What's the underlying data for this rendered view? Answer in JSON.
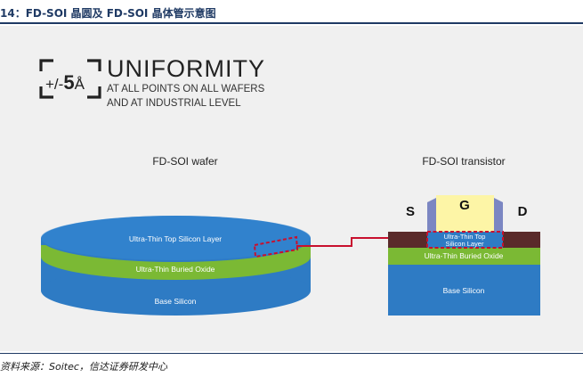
{
  "header": {
    "title": "14：FD-SOI 晶圆及 FD-SOI 晶体管示意图"
  },
  "uniformity": {
    "tolerance_prefix": "+/-",
    "tolerance_value": "5",
    "tolerance_unit": "Å",
    "headline": "UNIFORMITY",
    "line1": "AT ALL POINTS ON ALL WAFERS",
    "line2": "AND AT INDUSTRIAL LEVEL"
  },
  "wafer": {
    "title": "FD-SOI wafer",
    "top_layer": "Ultra-Thin Top Silicon Layer",
    "oxide_layer": "Ultra-Thin Buried Oxide",
    "base_layer": "Base Silicon"
  },
  "transistor": {
    "title": "FD-SOI transistor",
    "source": "S",
    "gate": "G",
    "drain": "D",
    "top_layer_line1": "Ultra-Thin Top",
    "top_layer_line2": "Silicon Layer",
    "oxide_layer": "Ultra-Thin Buried Oxide",
    "base_layer": "Base Silicon"
  },
  "colors": {
    "title_blue": "#1f3a64",
    "silicon_blue": "#2e7bc4",
    "oxide_green": "#7bb934",
    "gate_yellow": "#fdf5a6",
    "spacer_purple": "#7b86c2",
    "contact_brown": "#5a2a2a",
    "highlight_red": "#c8102e"
  },
  "footer": {
    "source": "资料来源：Soitec，信达证券研发中心"
  }
}
